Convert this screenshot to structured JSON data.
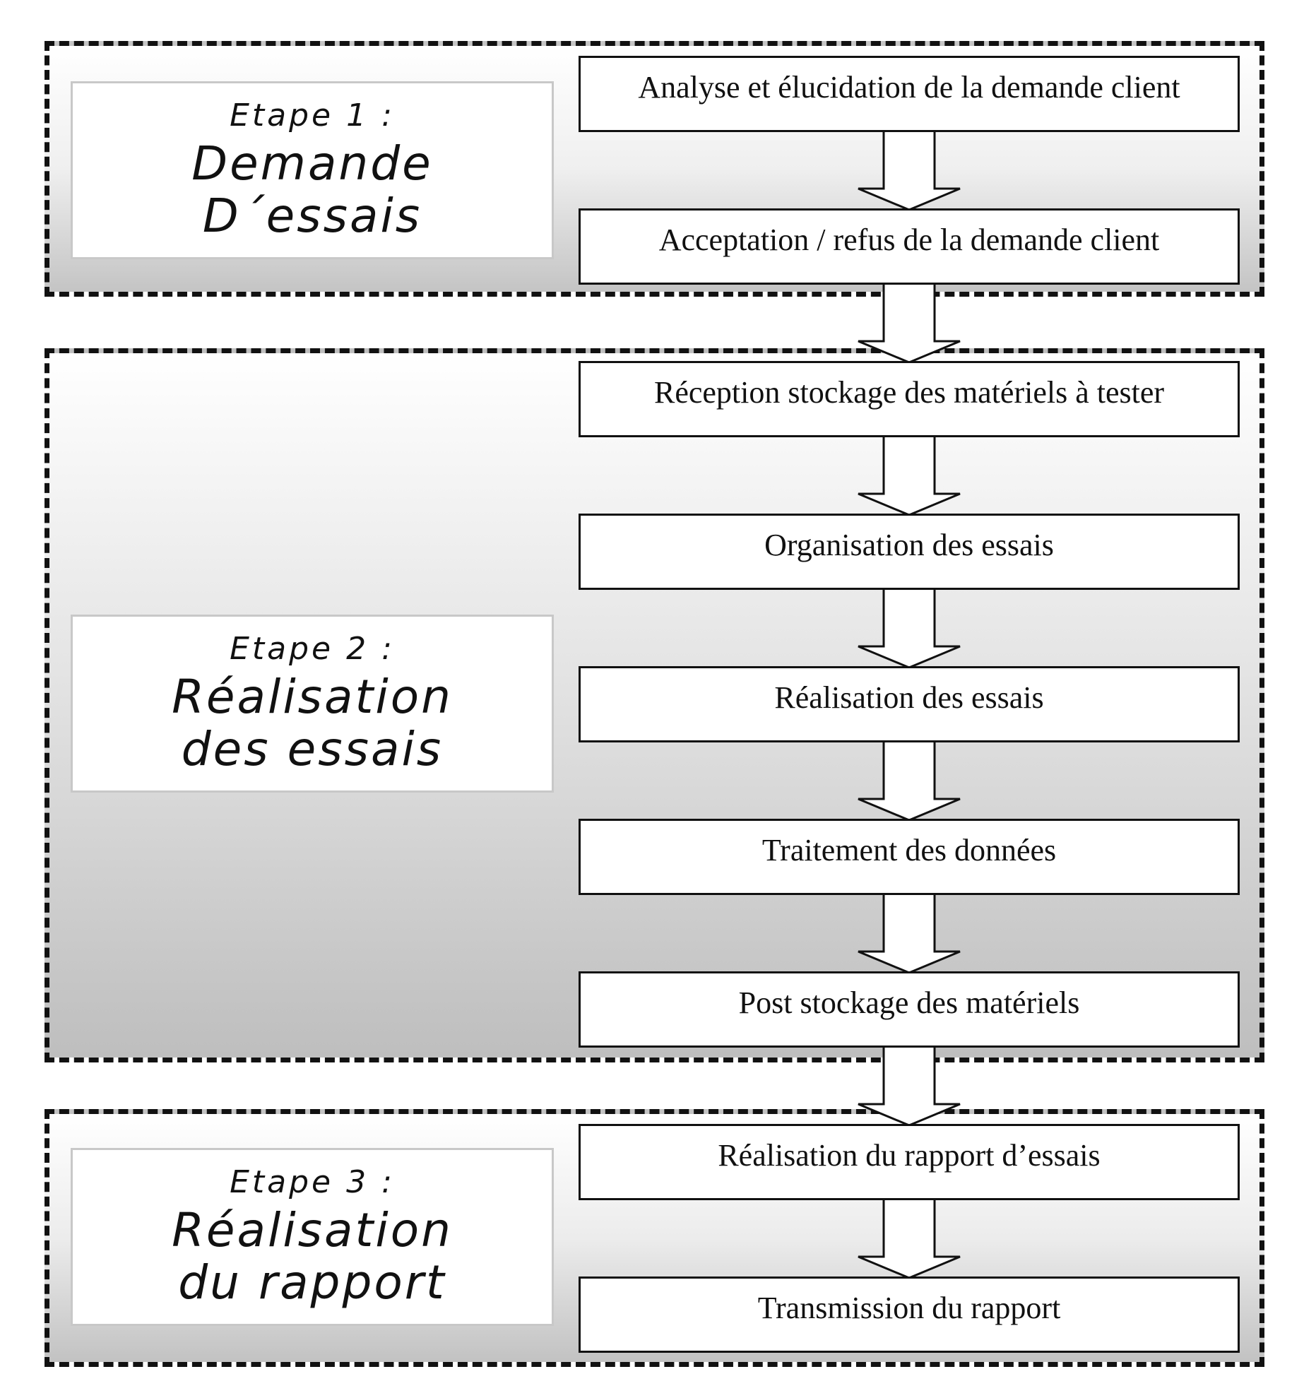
{
  "stages": [
    {
      "number": "Etape 1 :",
      "title_lines": [
        "Demande",
        "D´essais"
      ]
    },
    {
      "number": "Etape 2 :",
      "title_lines": [
        "Réalisation",
        "des essais"
      ]
    },
    {
      "number": "Etape 3 :",
      "title_lines": [
        "Réalisation",
        "du rapport"
      ]
    }
  ],
  "steps": [
    "Analyse et élucidation de la demande client",
    "Acceptation / refus de la demande client",
    "Réception stockage des matériels à tester",
    "Organisation des essais",
    "Réalisation des essais",
    "Traitement des données",
    "Post stockage des matériels",
    "Réalisation du rapport d’essais",
    "Transmission du rapport"
  ]
}
